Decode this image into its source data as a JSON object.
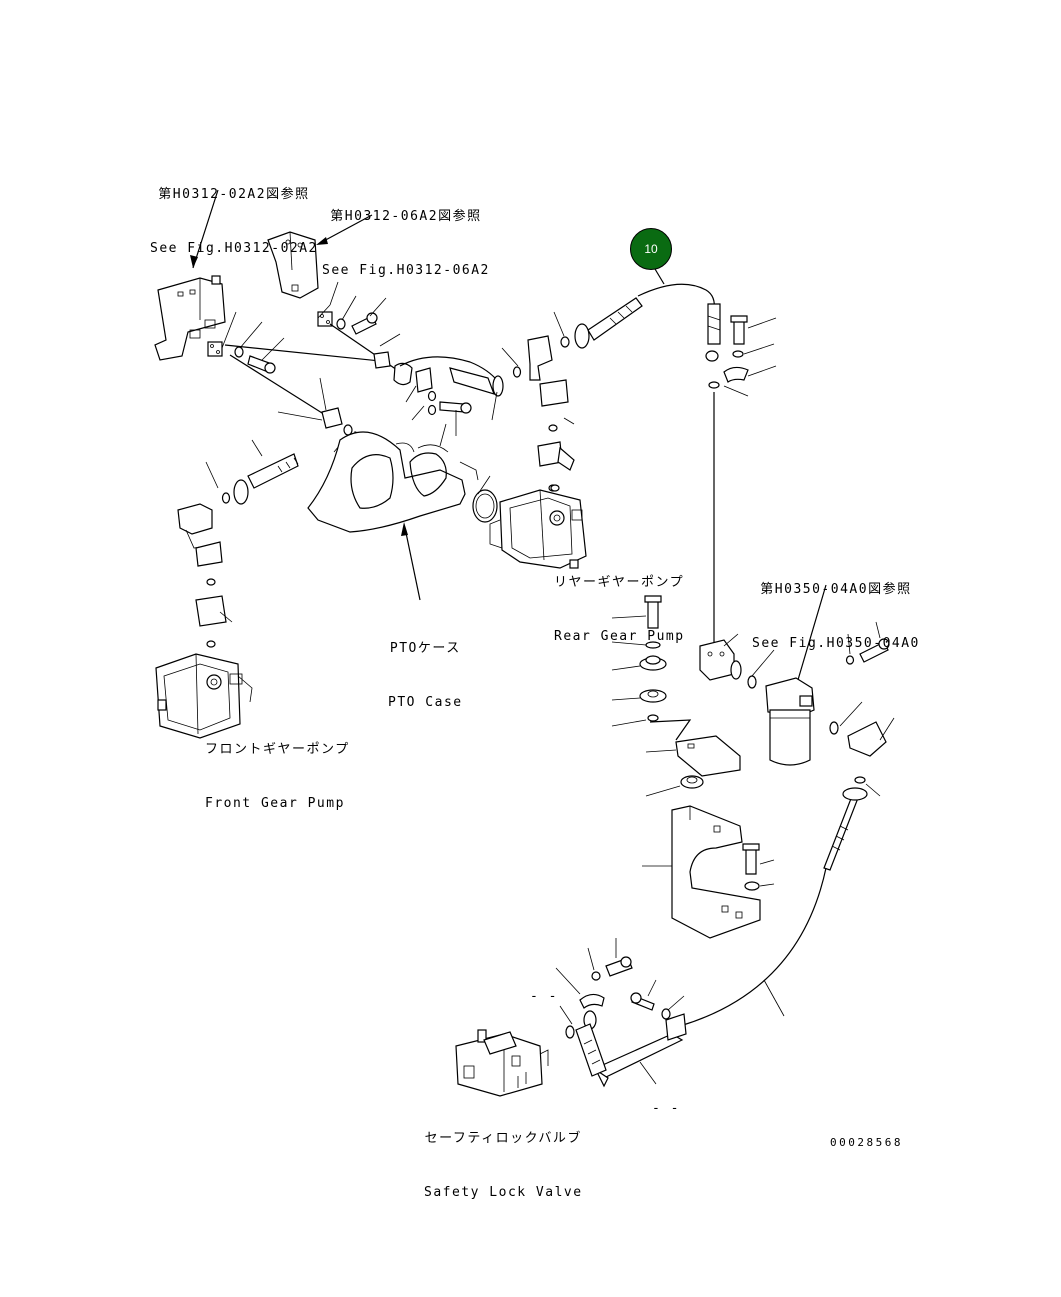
{
  "callout": {
    "number": "10",
    "color": "#0a6b12"
  },
  "references": {
    "ref_02A2_jp": "第H0312-02A2図参照",
    "ref_02A2_en": "See Fig.H0312-02A2",
    "ref_06A2_jp": "第H0312-06A2図参照",
    "ref_06A2_en": "See Fig.H0312-06A2",
    "ref_04A0_jp": "第H0350-04A0図参照",
    "ref_04A0_en": "See Fig.H0350-04A0"
  },
  "components": {
    "rear_pump_jp": "リヤーギヤーポンプ",
    "rear_pump_en": "Rear Gear Pump",
    "pto_case_jp": "PTOケース",
    "pto_case_en": "PTO Case",
    "front_pump_jp": "フロントギヤーポンプ",
    "front_pump_en": "Front Gear Pump",
    "safety_valve_jp": "セーフティロックバルブ",
    "safety_valve_en": "Safety Lock Valve"
  },
  "drawing_number": "00028568",
  "dash_marks": [
    "- -",
    "- -"
  ]
}
